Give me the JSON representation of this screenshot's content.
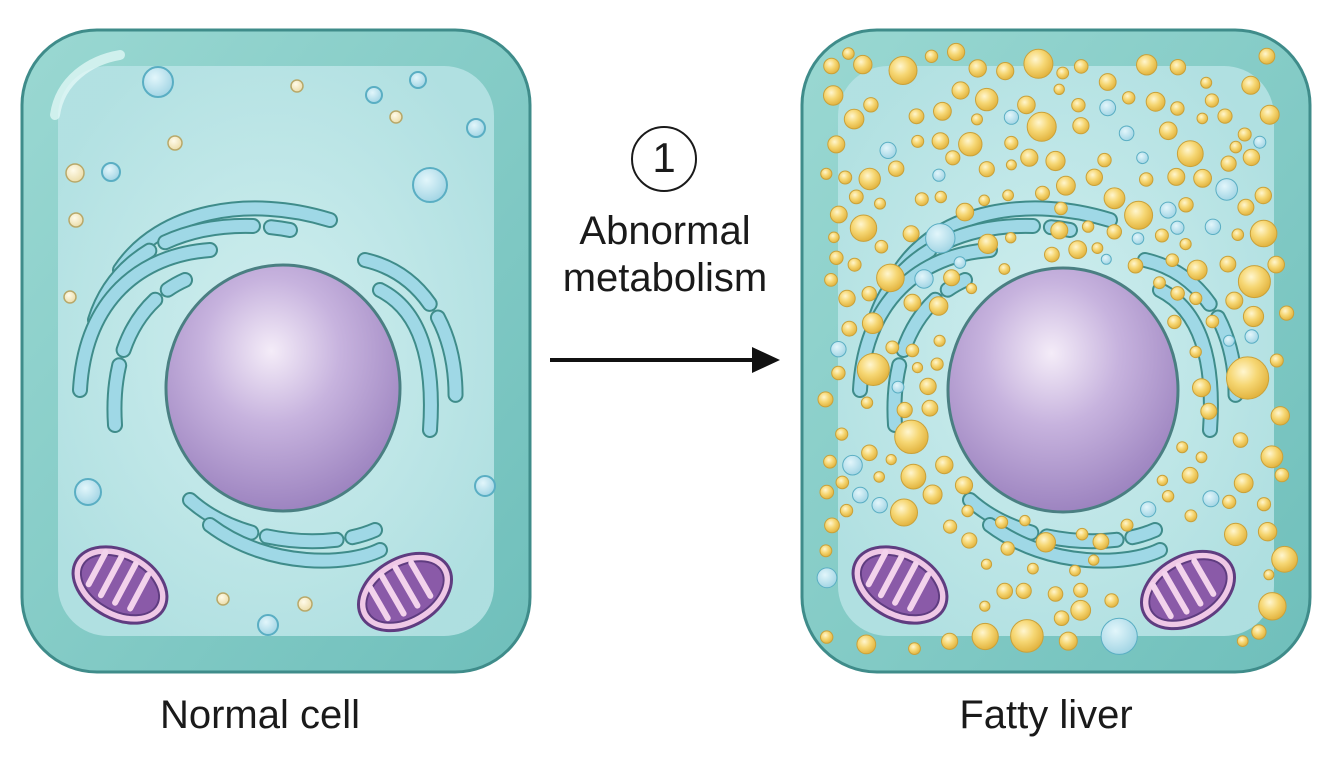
{
  "diagram": {
    "step_number": "1",
    "process_label": "Abnormal metabolism",
    "left_cell": {
      "caption": "Normal cell"
    },
    "right_cell": {
      "caption": "Fatty liver"
    }
  },
  "colors": {
    "cytoplasm_outer": "#7fcbc6",
    "cytoplasm_inner": "#c9ecee",
    "membrane_stroke": "#3f8c8a",
    "er": "#9fd8e6",
    "nucleus": "#b8a2d4",
    "mitochondria": "#8a5aa8",
    "fat_droplet": "#f3cf63",
    "vesicle": "#aee0ee"
  }
}
